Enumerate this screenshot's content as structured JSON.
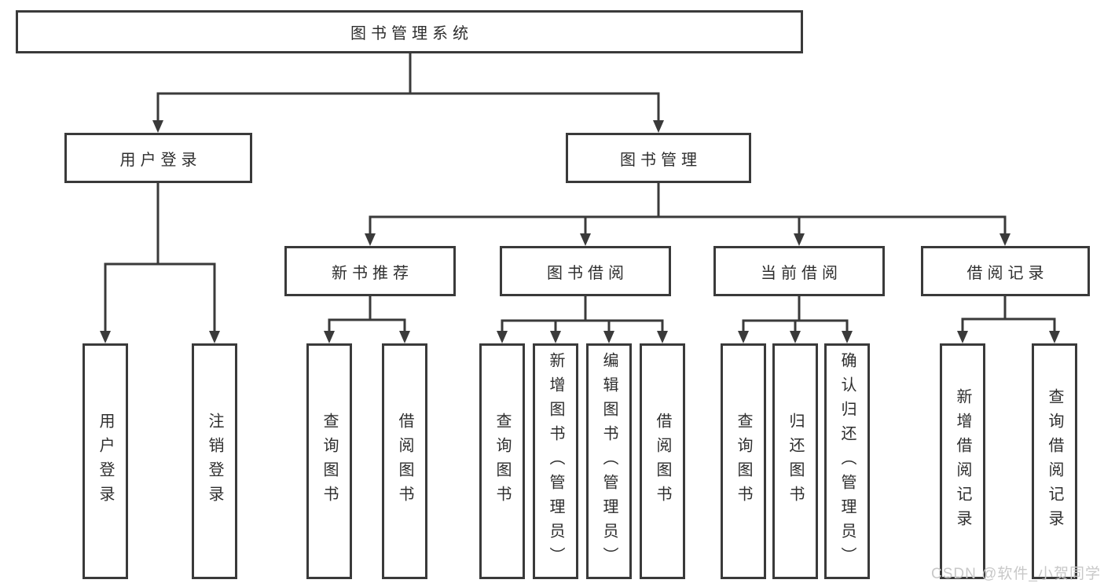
{
  "diagram": {
    "root_label": "图书管理系统",
    "level1": {
      "user_login": "用户登录",
      "book_mgmt": "图书管理"
    },
    "level2": {
      "new_book": "新书推荐",
      "book_borrow": "图书借阅",
      "current_borrow": "当前借阅",
      "borrow_record": "借阅记录"
    },
    "leaves": {
      "user_login_1": "用户登录",
      "user_login_2": "注销登录",
      "new_book_1": "查询图书",
      "new_book_2": "借阅图书",
      "book_borrow_1": "查询图书",
      "book_borrow_2": "新增图书（管理员）",
      "book_borrow_3": "编辑图书（管理员）",
      "book_borrow_4": "借阅图书",
      "current_borrow_1": "查询图书",
      "current_borrow_2": "归还图书",
      "current_borrow_3": "确认归还（管理员）",
      "borrow_record_1": "新增借阅记录",
      "borrow_record_2": "查询借阅记录"
    }
  },
  "watermark": {
    "text": "CSDN @软件_小贺同学",
    "color": "#c8c8c8"
  },
  "colors": {
    "background": "#ffffff",
    "box_border": "#3a3a3a",
    "box_fill": "#ffffff",
    "connector": "#3a3a3a",
    "text": "#2e2e2e"
  }
}
